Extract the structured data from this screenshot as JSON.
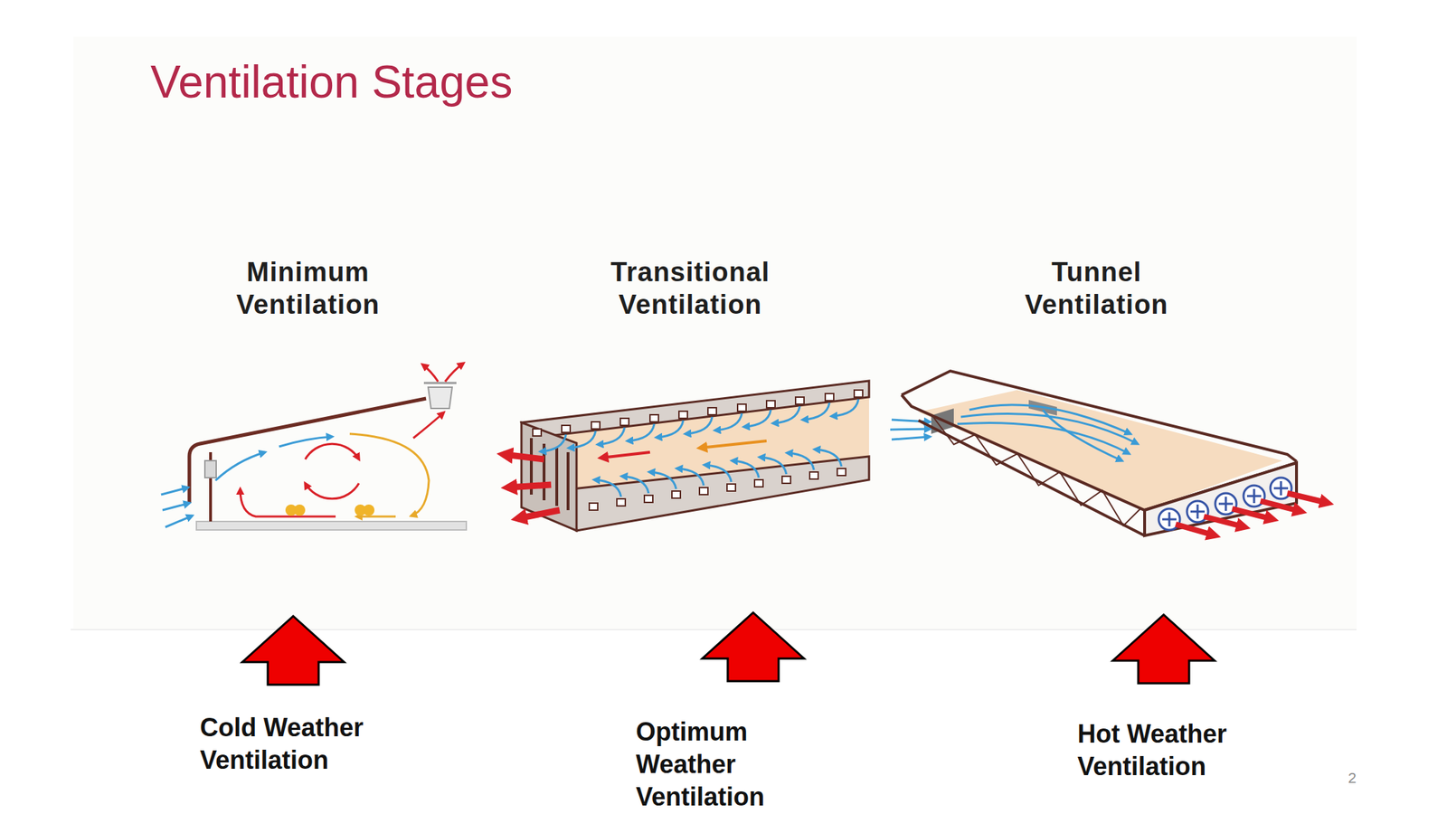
{
  "diagram": {
    "title": "Ventilation Stages",
    "labels": [
      "Minimum Ventilation",
      "Transitional Ventilation",
      "Tunnel Ventilation",
      "Cold Weather Ventilation",
      "Optimum Weather Ventilation",
      "Hot Weather Ventilation",
      "2"
    ]
  }
}
